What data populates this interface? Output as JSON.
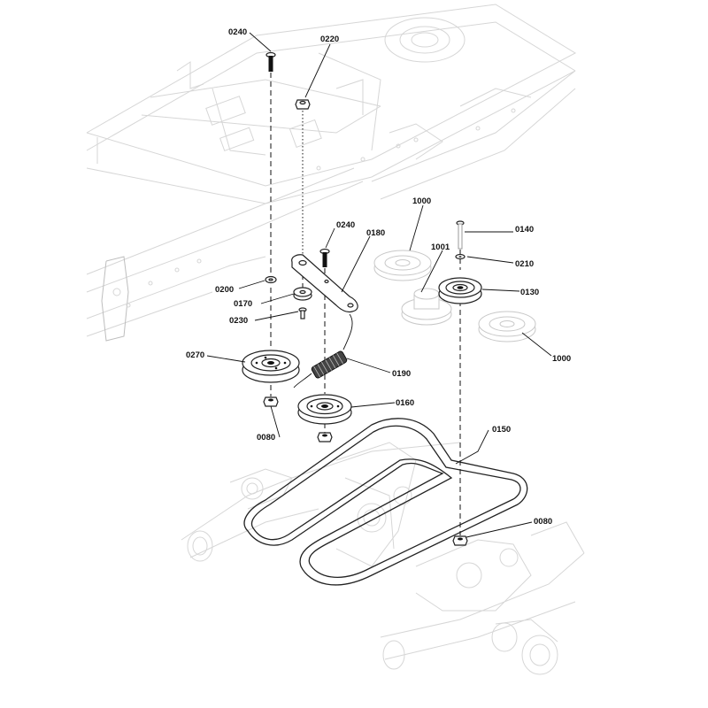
{
  "callouts": [
    {
      "id": "c0240a",
      "label": "0240"
    },
    {
      "id": "c0220",
      "label": "0220"
    },
    {
      "id": "c1000a",
      "label": "1000"
    },
    {
      "id": "c0240b",
      "label": "0240"
    },
    {
      "id": "c0180",
      "label": "0180"
    },
    {
      "id": "c1001",
      "label": "1001"
    },
    {
      "id": "c0140",
      "label": "0140"
    },
    {
      "id": "c0210",
      "label": "0210"
    },
    {
      "id": "c0200",
      "label": "0200"
    },
    {
      "id": "c0130",
      "label": "0130"
    },
    {
      "id": "c0170",
      "label": "0170"
    },
    {
      "id": "c0230",
      "label": "0230"
    },
    {
      "id": "c1000b",
      "label": "1000"
    },
    {
      "id": "c0270",
      "label": "0270"
    },
    {
      "id": "c0190",
      "label": "0190"
    },
    {
      "id": "c0160",
      "label": "0160"
    },
    {
      "id": "c0150",
      "label": "0150"
    },
    {
      "id": "c0080a",
      "label": "0080"
    },
    {
      "id": "c0080b",
      "label": "0080"
    }
  ]
}
